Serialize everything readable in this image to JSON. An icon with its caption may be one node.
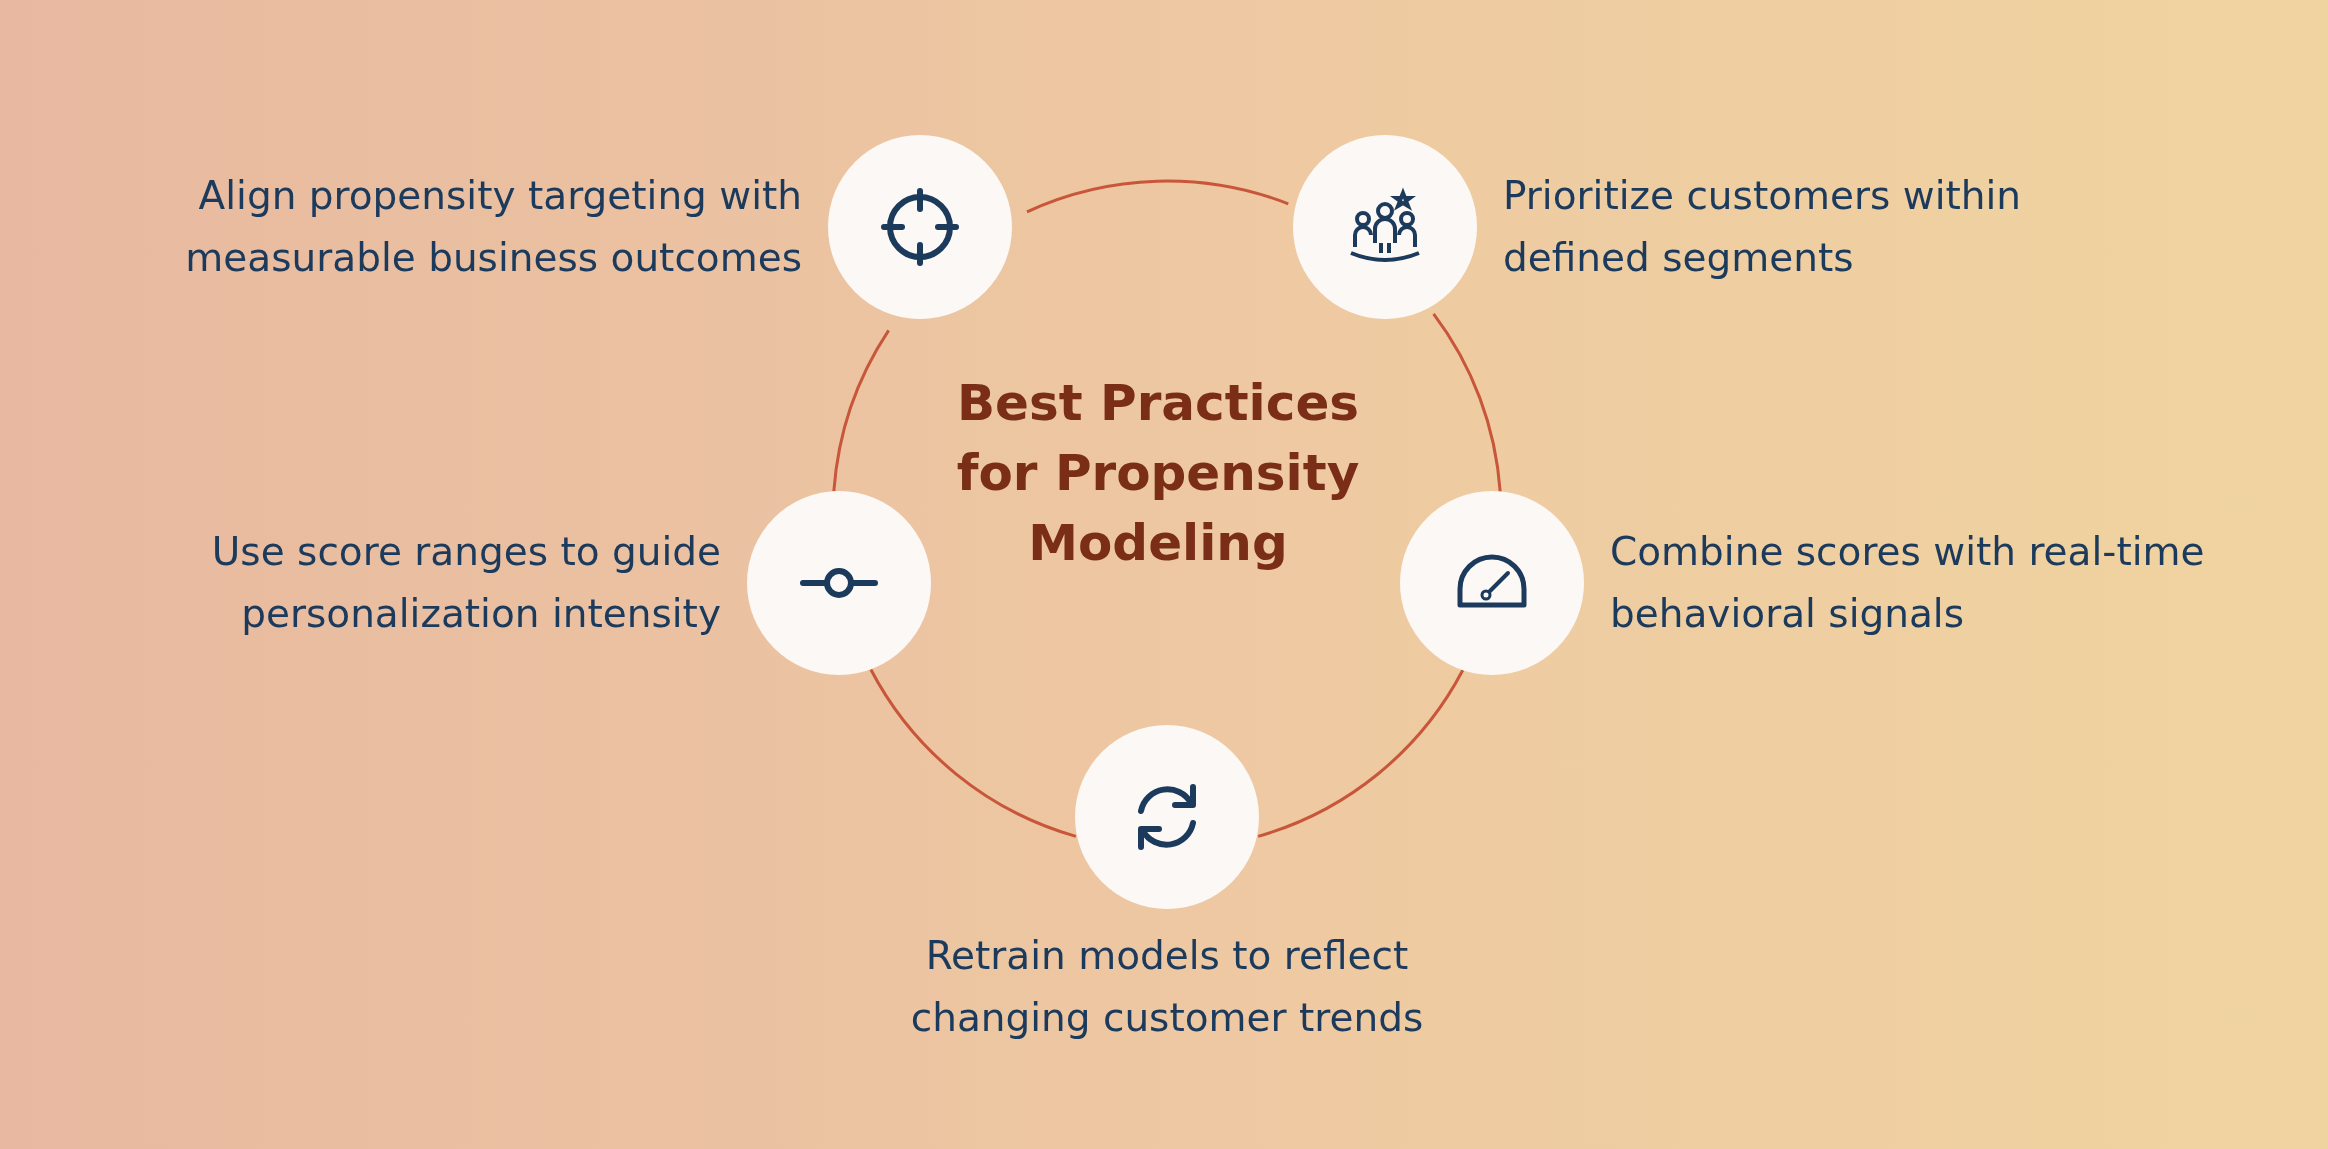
{
  "diagram": {
    "title": "Best Practices for Propensity Modeling",
    "nodes": [
      {
        "text": [],
        "shape": "circle",
        "beside": [
          "Align propensity targeting with measurable business outcomes"
        ]
      },
      {
        "text": [],
        "shape": "circle",
        "beside": [
          "Prioritize customers within defined segments"
        ]
      },
      {
        "text": [],
        "shape": "circle",
        "beside": [
          "Use score ranges to guide personalization intensity"
        ]
      },
      {
        "text": [],
        "shape": "circle",
        "beside": [
          "Combine scores with real-time behavioral signals"
        ]
      },
      {
        "text": [],
        "shape": "circle",
        "beside": [
          "Retrain models to reflect changing customer trends"
        ]
      }
    ],
    "edges": [
      {
        "from": 0,
        "to": 1,
        "arrow": "none"
      },
      {
        "from": 1,
        "to": 3,
        "arrow": "none"
      },
      {
        "from": 3,
        "to": 4,
        "arrow": "none"
      },
      {
        "from": 4,
        "to": 2,
        "arrow": "none"
      },
      {
        "from": 2,
        "to": 0,
        "arrow": "none"
      }
    ]
  }
}
